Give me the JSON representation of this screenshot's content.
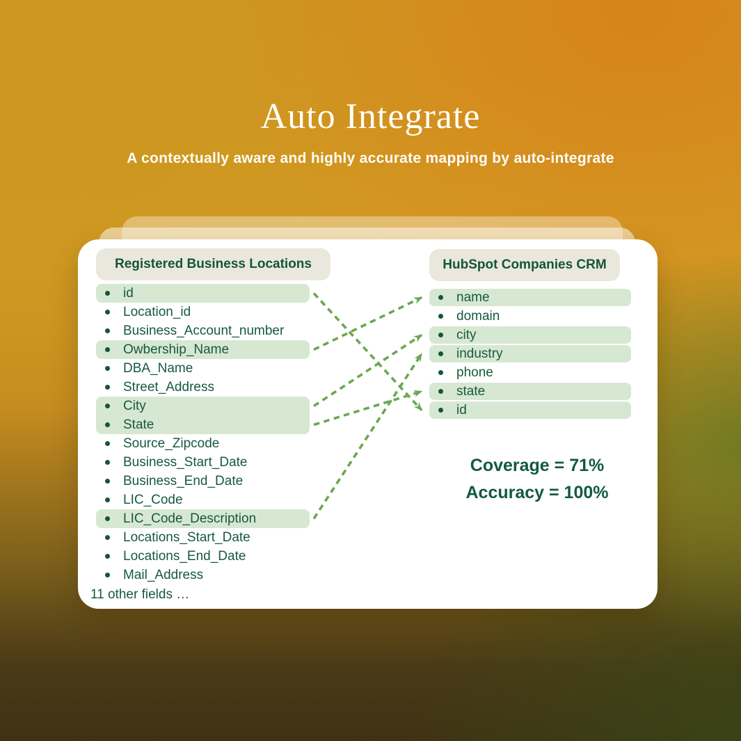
{
  "page": {
    "title": "Auto Integrate",
    "subtitle": "A contextually aware and highly accurate mapping by auto-integrate"
  },
  "mapping_card": {
    "source_table": {
      "title": "Registered Business Locations",
      "fields": [
        {
          "label": "id",
          "highlighted": true
        },
        {
          "label": "Location_id",
          "highlighted": false
        },
        {
          "label": "Business_Account_number",
          "highlighted": false
        },
        {
          "label": "Owbership_Name",
          "highlighted": true
        },
        {
          "label": "DBA_Name",
          "highlighted": false
        },
        {
          "label": "Street_Address",
          "highlighted": false
        },
        {
          "label": "City",
          "highlighted": true
        },
        {
          "label": "State",
          "highlighted": true
        },
        {
          "label": "Source_Zipcode",
          "highlighted": false
        },
        {
          "label": "Business_Start_Date",
          "highlighted": false
        },
        {
          "label": "Business_End_Date",
          "highlighted": false
        },
        {
          "label": "LIC_Code",
          "highlighted": false
        },
        {
          "label": "LIC_Code_Description",
          "highlighted": true
        },
        {
          "label": "Locations_Start_Date",
          "highlighted": false
        },
        {
          "label": "Locations_End_Date",
          "highlighted": false
        },
        {
          "label": "Mail_Address",
          "highlighted": false
        }
      ],
      "footer_note": "11 other fields …"
    },
    "target_table": {
      "title": "HubSpot Companies CRM",
      "fields": [
        {
          "label": "name",
          "highlighted": true
        },
        {
          "label": "domain",
          "highlighted": false
        },
        {
          "label": "city",
          "highlighted": true
        },
        {
          "label": "industry",
          "highlighted": true
        },
        {
          "label": "phone",
          "highlighted": false
        },
        {
          "label": "state",
          "highlighted": true
        },
        {
          "label": "id",
          "highlighted": true
        }
      ]
    },
    "mappings": [
      {
        "from": "id",
        "to": "id"
      },
      {
        "from": "Owbership_Name",
        "to": "name"
      },
      {
        "from": "City",
        "to": "city"
      },
      {
        "from": "State",
        "to": "state"
      },
      {
        "from": "LIC_Code_Description",
        "to": "industry"
      }
    ],
    "metrics": {
      "coverage_label": "Coverage = 71%",
      "accuracy_label": "Accuracy = 100%"
    }
  },
  "colors": {
    "text_green": "#17593f",
    "header_green": "#14553b",
    "highlight_green": "#d7e8d2",
    "pill_beige": "#eae8dc",
    "arrow_green": "#6ba751",
    "card_white": "#ffffff",
    "background_amber": "#d39a22",
    "background_brown": "#3f3214",
    "background_olive": "#6c7a23",
    "title_white": "#fffef8"
  }
}
